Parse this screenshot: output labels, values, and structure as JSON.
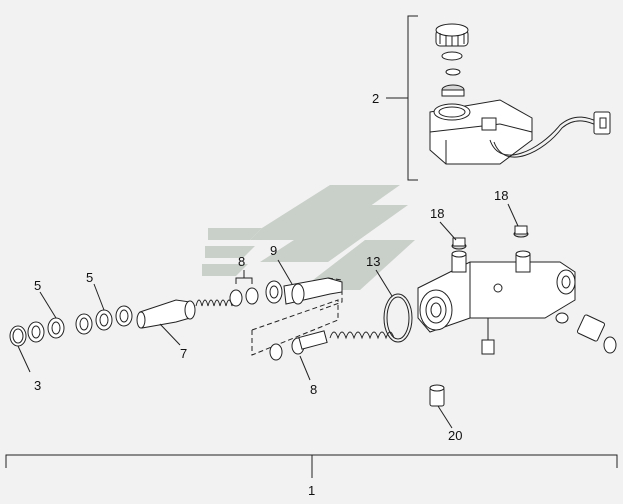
{
  "callouts": {
    "c1": "1",
    "c2": "2",
    "c3": "3",
    "c5a": "5",
    "c5b": "5",
    "c7": "7",
    "c8a": "8",
    "c8b": "8",
    "c9": "9",
    "c13": "13",
    "c18a": "18",
    "c18b": "18",
    "c20": "20"
  },
  "colors": {
    "background": "#f2f2f2",
    "ink": "#222222",
    "watermark": "#c9cfc9"
  }
}
